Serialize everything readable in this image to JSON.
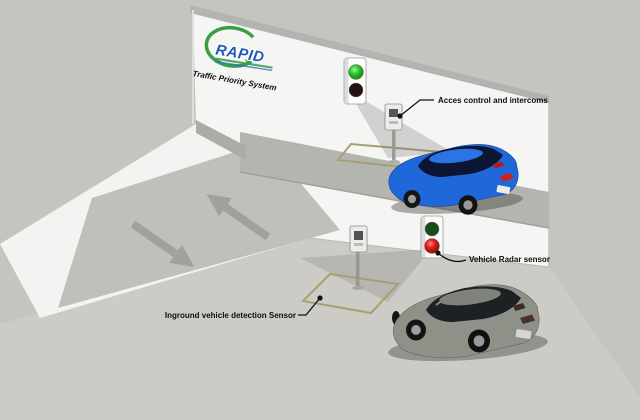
{
  "diagram": {
    "brand": "RAPID",
    "title": "Traffic Priority System",
    "annotations": {
      "access_control": "Acces control and intercoms",
      "vehicle_radar": "Vehicle Radar sensor",
      "inground_sensor": "Inground vehicle detection Sensor"
    },
    "scene": {
      "upper_traffic_light_state": "green",
      "lower_traffic_light_state": "red",
      "upper_vehicle": "blue hatchback on upper level",
      "lower_vehicle": "gray hatchback on lower level",
      "ramp_arrows": [
        "down",
        "up"
      ]
    },
    "colors": {
      "background": "#c5c5c0",
      "wall": "#f5f5f3",
      "road": "#b4b4b0",
      "ramp": "#bfbfbb",
      "ground": "#cccbc6",
      "green_light_on": "#35cb35",
      "green_light_off": "#1d4a1d",
      "red_light_on": "#e02020",
      "red_light_off": "#241313",
      "loop_outline": "#a89f6e",
      "blue_car": "#1f68da",
      "gray_car": "#8e9188",
      "logo_blue": "#1f58bc",
      "logo_green": "#3b9e45",
      "label_text": "#0d0d0d"
    }
  }
}
